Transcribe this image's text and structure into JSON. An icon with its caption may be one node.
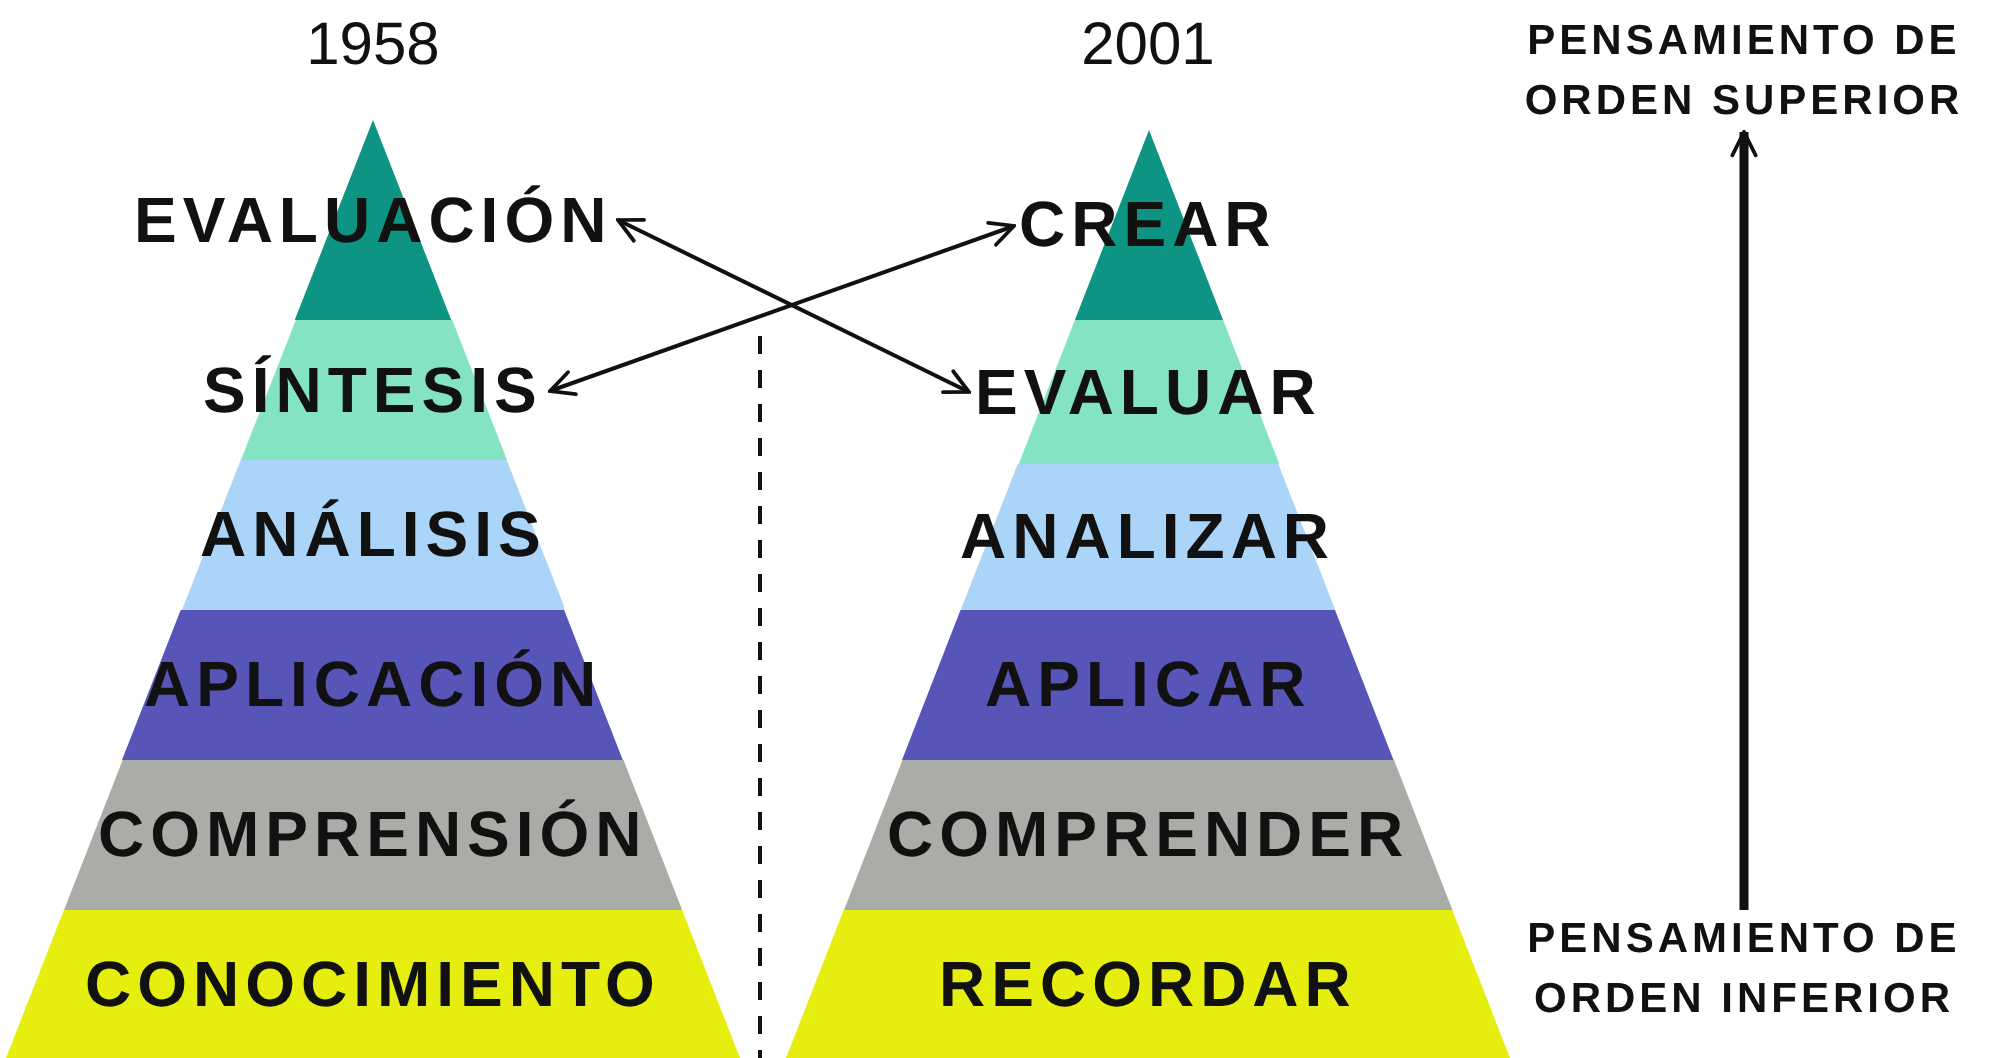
{
  "diagram": {
    "nodes": [
      {
        "text": [
          "1958"
        ]
      },
      {
        "text": [
          "EVALUACIÓN"
        ],
        "in": 0
      },
      {
        "text": [
          "SÍNTESIS"
        ],
        "in": 0
      },
      {
        "text": [
          "ANÁLISIS"
        ],
        "in": 0
      },
      {
        "text": [
          "APLICACIÓN"
        ],
        "in": 0
      },
      {
        "text": [
          "COMPRENSIÓN"
        ],
        "in": 0
      },
      {
        "text": [
          "CONOCIMIENTO"
        ],
        "in": 0
      },
      {
        "text": [
          "2001"
        ]
      },
      {
        "text": [
          "CREAR"
        ],
        "in": 7
      },
      {
        "text": [
          "EVALUAR"
        ],
        "in": 7
      },
      {
        "text": [
          "ANALIZAR"
        ],
        "in": 7
      },
      {
        "text": [
          "APLICAR"
        ],
        "in": 7
      },
      {
        "text": [
          "COMPRENDER"
        ],
        "in": 7
      },
      {
        "text": [
          "RECORDAR"
        ],
        "in": 7
      },
      {
        "text": [
          "PENSAMIENTO DE ORDEN SUPERIOR"
        ]
      },
      {
        "text": [
          "PENSAMIENTO DE ORDEN INFERIOR"
        ]
      }
    ],
    "edges": [
      {
        "from": 1,
        "to": 9,
        "arrow": "both"
      },
      {
        "from": 2,
        "to": 8,
        "arrow": "both"
      },
      {
        "from": 15,
        "to": 14,
        "arrow": "to",
        "style": "thick"
      }
    ]
  }
}
